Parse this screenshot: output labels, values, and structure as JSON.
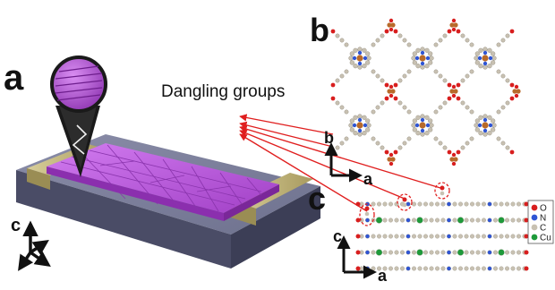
{
  "panels": {
    "a": {
      "letter": "a",
      "axis_c": "c"
    },
    "b": {
      "letter": "b",
      "axis_b": "b",
      "axis_a": "a"
    },
    "c": {
      "letter": "c",
      "axis_c": "c",
      "axis_a": "a"
    }
  },
  "annotation": {
    "text": "Dangling groups"
  },
  "legend": {
    "items": [
      {
        "label": "O",
        "color": "#d81e1e"
      },
      {
        "label": "N",
        "color": "#2f55d4"
      },
      {
        "label": "C",
        "color": "#c8c1b2"
      },
      {
        "label": "Cu",
        "color": "#1e9a3a"
      }
    ]
  },
  "colors": {
    "film": "#b24fd3",
    "film_top": "#c86ae6",
    "substrate": "#5c5f7a",
    "electrode": "#c9bd88",
    "arrow": "#e01f1f"
  }
}
